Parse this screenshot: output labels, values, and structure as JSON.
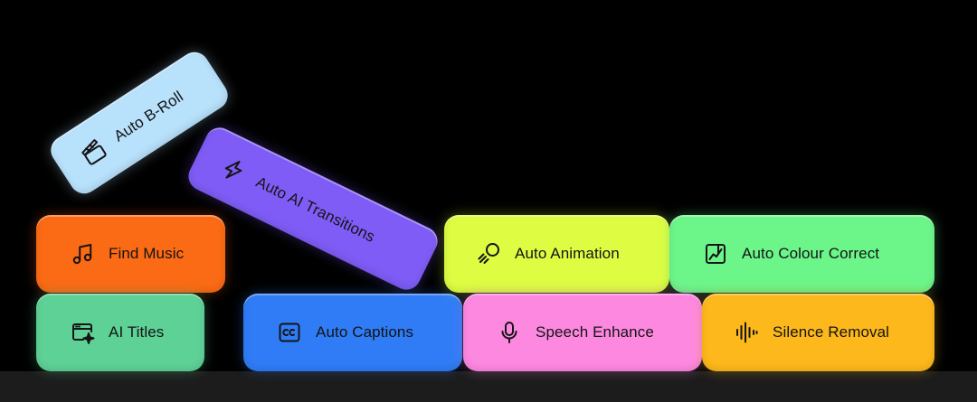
{
  "chips": {
    "auto_broll": {
      "label": "Auto B-Roll",
      "icon": "clapperboard-icon",
      "color": "#b8e1fb"
    },
    "auto_transitions": {
      "label": "Auto AI Transitions",
      "icon": "lightning-icon",
      "color": "#7f5cf5"
    },
    "find_music": {
      "label": "Find Music",
      "icon": "music-note-icon",
      "color": "#fb6a14"
    },
    "ai_titles": {
      "label": "AI Titles",
      "icon": "title-sparkle-icon",
      "color": "#5ed196"
    },
    "auto_captions": {
      "label": "Auto Captions",
      "icon": "cc-icon",
      "color": "#2f7cf6"
    },
    "auto_animation": {
      "label": "Auto Animation",
      "icon": "comet-icon",
      "color": "#ddfc42"
    },
    "auto_colour": {
      "label": "Auto Colour Correct",
      "icon": "color-chart-icon",
      "color": "#6cf68a"
    },
    "speech_enhance": {
      "label": "Speech Enhance",
      "icon": "microphone-icon",
      "color": "#fd88e0"
    },
    "silence_removal": {
      "label": "Silence Removal",
      "icon": "waveform-icon",
      "color": "#fdb81b"
    }
  }
}
